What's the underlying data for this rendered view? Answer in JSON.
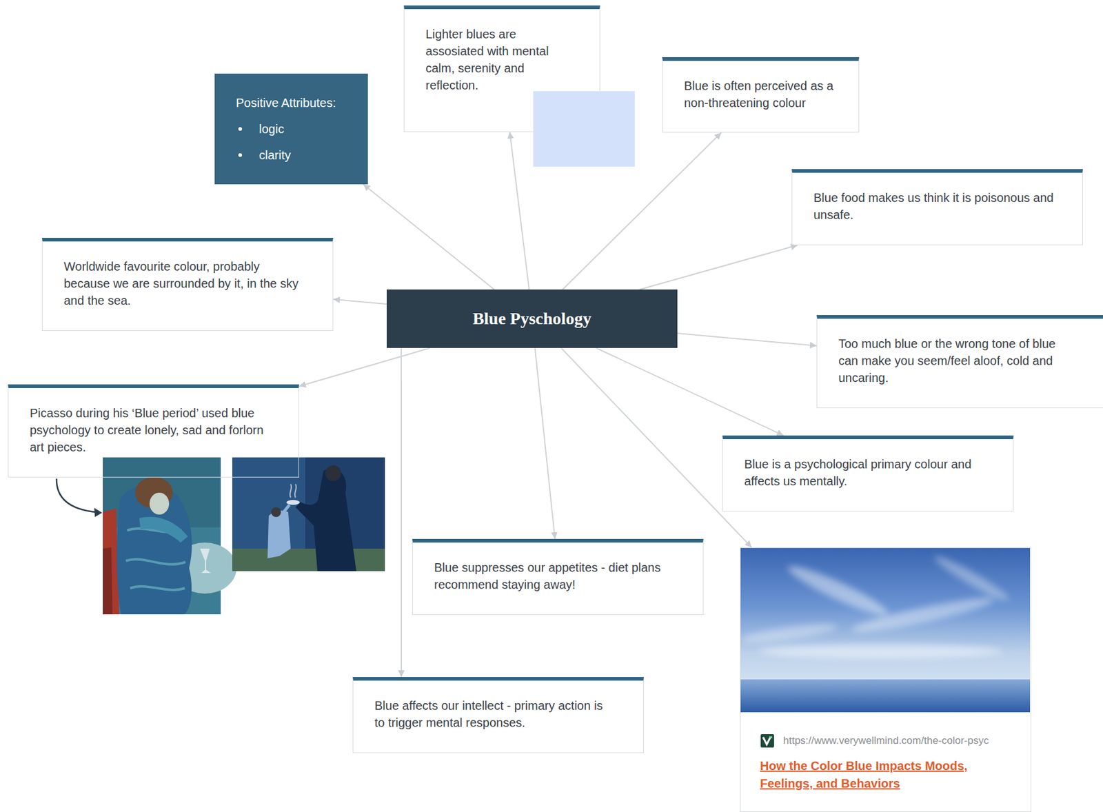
{
  "diagram": {
    "nodes": [
      {
        "text": [
          "Blue Pyschology"
        ]
      },
      {
        "text": [
          "Positive Attributes:",
          "logic",
          "clarity"
        ]
      },
      {
        "text": [
          "Lighter blues are assosiated with mental calm, serenity and reflection."
        ]
      },
      {
        "text": [
          "Blue is often perceived as a non-threatening colour"
        ]
      },
      {
        "text": [
          "Blue food makes us think it is poisonous and unsafe."
        ]
      },
      {
        "text": [
          "Worldwide favourite colour, probably because we are surrounded by it, in the sky and the sea."
        ]
      },
      {
        "text": [
          "Too much blue or the wrong tone of blue can make you seem/feel aloof, cold and uncaring."
        ]
      },
      {
        "text": [
          "Picasso during his ‘Blue period’ used blue psychology to create lonely, sad and forlorn art pieces."
        ]
      },
      {
        "text": [
          "Blue is a psychological primary colour and affects us mentally."
        ]
      },
      {
        "text": [
          "Blue suppresses our appetites - diet plans recommend staying away!"
        ]
      },
      {
        "text": [
          "Blue affects our intellect - primary action is to trigger mental responses."
        ]
      },
      {
        "text": [
          "https://www.verywellmind.com/the-color-psyc",
          "How the Color Blue Impacts Moods, Feelings, and Behaviors"
        ]
      }
    ],
    "edges": [
      {
        "from": 0,
        "to": 1,
        "arrow": "to"
      },
      {
        "from": 0,
        "to": 2,
        "arrow": "to"
      },
      {
        "from": 0,
        "to": 3,
        "arrow": "to"
      },
      {
        "from": 0,
        "to": 4,
        "arrow": "to"
      },
      {
        "from": 0,
        "to": 5,
        "arrow": "to"
      },
      {
        "from": 0,
        "to": 6,
        "arrow": "to"
      },
      {
        "from": 0,
        "to": 7,
        "arrow": "to"
      },
      {
        "from": 0,
        "to": 8,
        "arrow": "to"
      },
      {
        "from": 0,
        "to": 9,
        "arrow": "to"
      },
      {
        "from": 0,
        "to": 10,
        "arrow": "to"
      },
      {
        "from": 0,
        "to": 11,
        "arrow": "to"
      }
    ]
  }
}
